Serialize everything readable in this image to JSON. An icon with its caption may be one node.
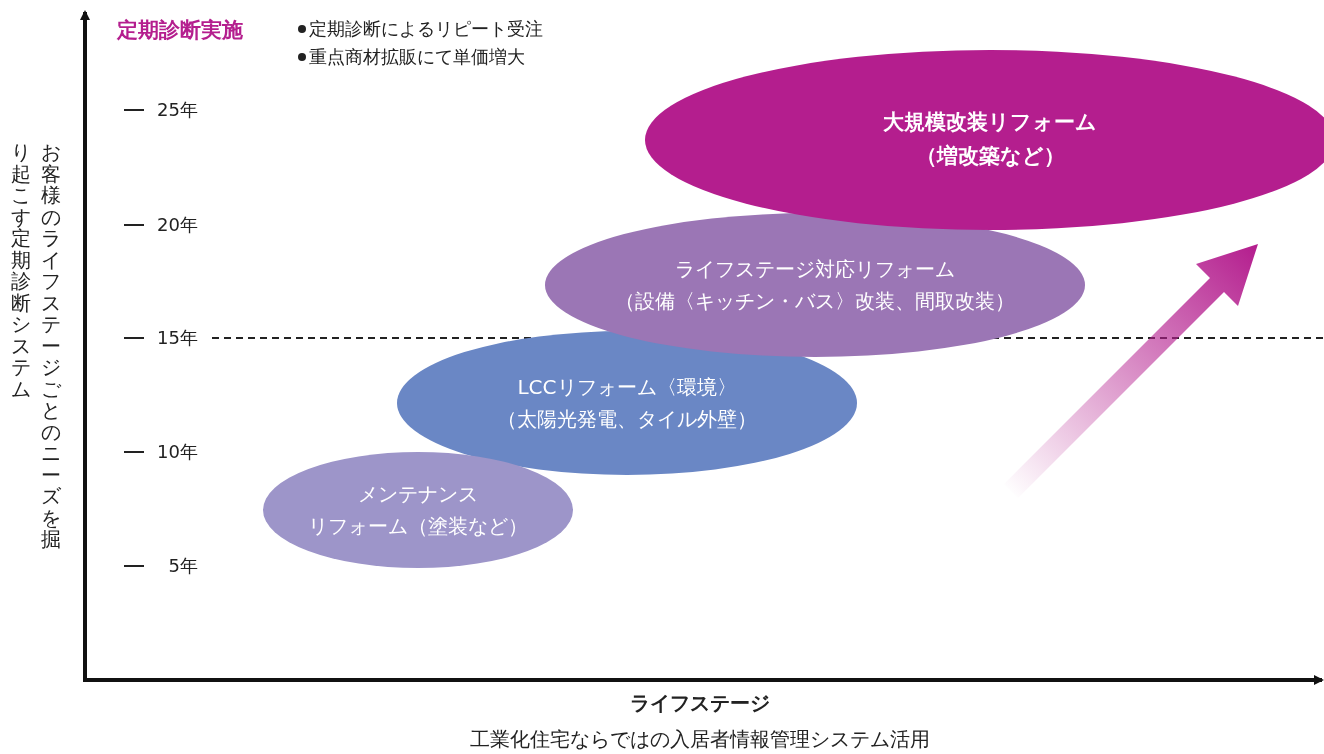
{
  "diagram": {
    "nodes": [
      {
        "text": [
          "大規模改装リフォーム",
          "（増改築など）"
        ]
      },
      {
        "text": [
          "ライフステージ対応リフォーム",
          "（設備〈キッチン・バス〉改装、間取改装）"
        ]
      },
      {
        "text": [
          "LCCリフォーム〈環境〉",
          "（太陽光発電、タイル外壁）"
        ]
      },
      {
        "text": [
          "メンテナンス",
          "リフォーム（塗装など）"
        ]
      }
    ],
    "edges": [],
    "labels": [
      "定期診断実施",
      "定期診断によるリピート受注",
      "重点商材拡販にて単価増大",
      "25年",
      "20年",
      "15年",
      "10年",
      "5年",
      "お客様のライフステージごとのニーズを掘り起こす定期診断システム",
      "ライフステージ",
      "工業化住宅ならではの入居者情報管理システム活用"
    ]
  }
}
